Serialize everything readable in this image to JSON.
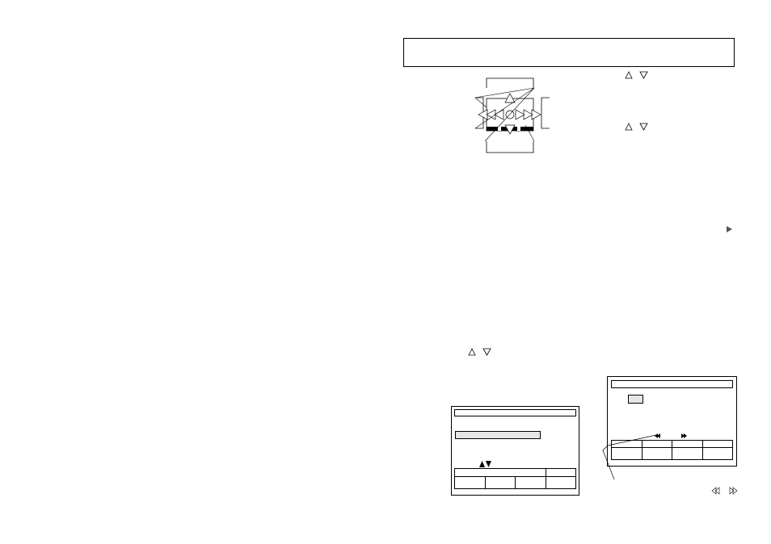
{
  "title_box": {
    "text": ""
  },
  "icons": {
    "arrow_up": "up-triangle-outline",
    "arrow_down": "down-triangle-outline",
    "play": "right-triangle-filled",
    "rewind": "double-left-triangle",
    "fast_forward": "double-right-triangle"
  },
  "screens": {
    "left": {
      "title": "",
      "field_value": ""
    },
    "right": {
      "title": "",
      "field_value": ""
    }
  }
}
